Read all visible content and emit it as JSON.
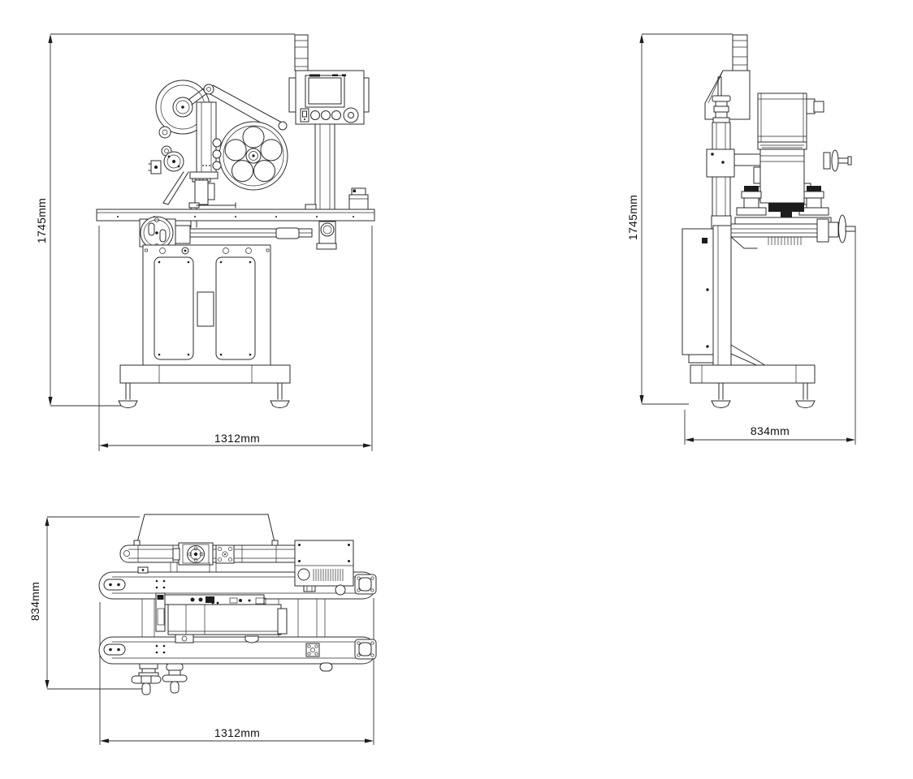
{
  "colors": {
    "background": "#ffffff",
    "line": "#2b2b2b",
    "text": "#111111"
  },
  "views": {
    "front": {
      "height_dim": "1745mm",
      "width_dim": "1312mm"
    },
    "side": {
      "height_dim": "1745mm",
      "depth_dim": "834mm"
    },
    "top": {
      "depth_dim": "834mm",
      "width_dim": "1312mm"
    }
  }
}
